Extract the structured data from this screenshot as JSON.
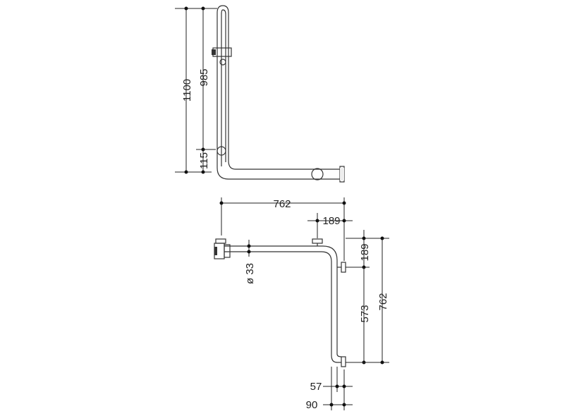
{
  "dimensions": {
    "elevation_height_total": "1100",
    "elevation_height_rail": "985",
    "elevation_height_bottom": "115",
    "plan_width": "762",
    "plan_offset_top": "189",
    "plan_offset_right": "189",
    "tube_diameter": "ø 33",
    "plan_depth_lower": "573",
    "plan_depth_total": "762",
    "wall_distance_inner": "57",
    "wall_distance_outer": "90"
  }
}
